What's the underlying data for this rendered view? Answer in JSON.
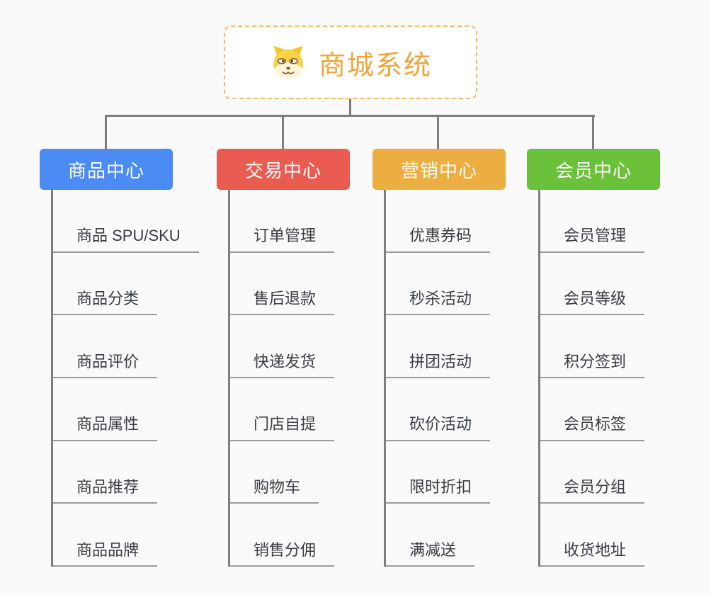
{
  "root": {
    "title": "商城系统",
    "icon": "doge-face-icon"
  },
  "branches": [
    {
      "label": "商品中心",
      "color": "#4A8BF4",
      "items": [
        "商品 SPU/SKU",
        "商品分类",
        "商品评价",
        "商品属性",
        "商品推荐",
        "商品品牌"
      ]
    },
    {
      "label": "交易中心",
      "color": "#EA5B51",
      "items": [
        "订单管理",
        "售后退款",
        "快递发货",
        "门店自提",
        "购物车",
        "销售分佣"
      ]
    },
    {
      "label": "营销中心",
      "color": "#EDAE41",
      "items": [
        "优惠券码",
        "秒杀活动",
        "拼团活动",
        "砍价活动",
        "限时折扣",
        "满减送"
      ]
    },
    {
      "label": "会员中心",
      "color": "#6BC139",
      "items": [
        "会员管理",
        "会员等级",
        "积分签到",
        "会员标签",
        "会员分组",
        "收货地址"
      ]
    }
  ],
  "colors": {
    "background": "#FAFAFA",
    "connector_line": "#7E7E7E",
    "leaf_underline": "#9B9B9B",
    "leaf_text": "#383D44",
    "root_accent": "#F0A43C",
    "root_border": "#F2BB68",
    "branch_text": "#FFFFFF"
  }
}
